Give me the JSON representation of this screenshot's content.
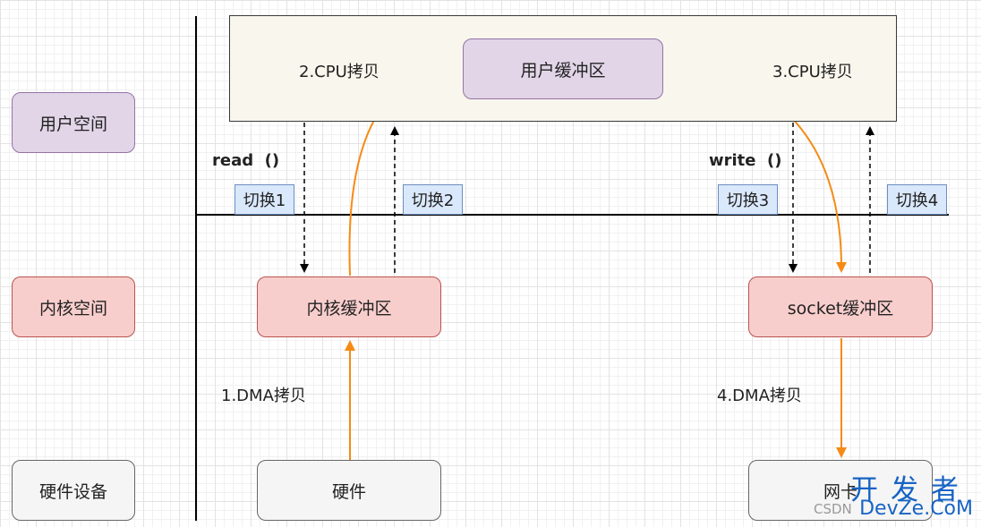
{
  "layers": {
    "user_space": "用户空间",
    "kernel_space": "内核空间",
    "hardware_devices": "硬件设备"
  },
  "buffers": {
    "user_buffer": "用户缓冲区",
    "kernel_buffer": "内核缓冲区",
    "socket_buffer": "socket缓冲区",
    "hardware": "硬件",
    "nic": "网卡"
  },
  "steps": {
    "dma_copy_1": "1.DMA拷贝",
    "cpu_copy_2": "2.CPU拷贝",
    "cpu_copy_3": "3.CPU拷贝",
    "dma_copy_4": "4.DMA拷贝"
  },
  "syscalls": {
    "read": "read  ()",
    "write": "write  ()"
  },
  "switches": [
    "切换1",
    "切换2",
    "切换3",
    "切换4"
  ],
  "colors": {
    "user": "#e1d5e7",
    "kernel": "#f8cecc",
    "hardware": "#f5f5f5",
    "switch": "#dae8fc",
    "copy_arrow": "#f58b16",
    "switch_arrow": "#000000"
  },
  "watermark": {
    "brand_cn": "开发者",
    "brand_en": "DevZe.CoM",
    "csdn": "CSDN"
  }
}
